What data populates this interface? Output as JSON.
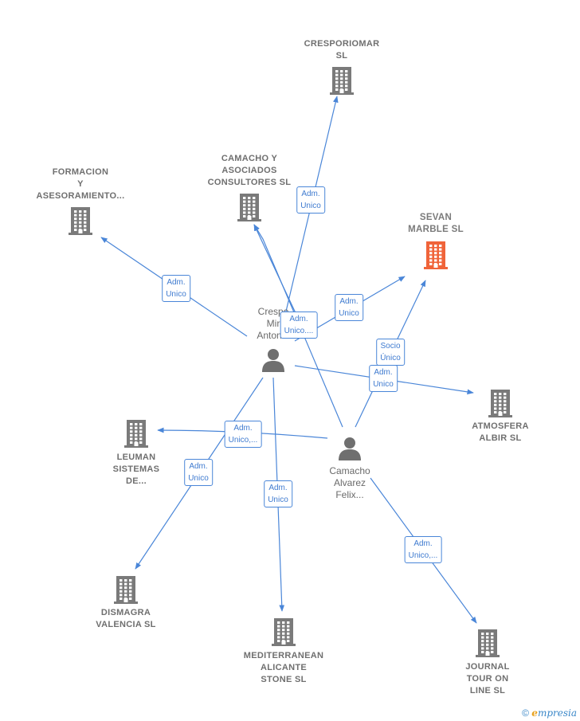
{
  "colors": {
    "edge": "#4a86d8",
    "building": "#7a7a7a",
    "building_main": "#f0643a",
    "person": "#6f6f6f"
  },
  "companies": [
    {
      "id": "cresporiomar",
      "lines": [
        "CRESPORIOMAR",
        "SL"
      ],
      "icon": "building-icon",
      "main": false
    },
    {
      "id": "camacho-asociados",
      "lines": [
        "CAMACHO Y",
        "ASOCIADOS",
        "CONSULTORES SL"
      ],
      "icon": "building-icon",
      "main": false
    },
    {
      "id": "formacion",
      "lines": [
        "FORMACION",
        "Y",
        "ASESORAMIENTO..."
      ],
      "icon": "building-icon",
      "main": false
    },
    {
      "id": "sevan-marble",
      "lines": [
        "SEVAN",
        "MARBLE  SL"
      ],
      "icon": "building-icon",
      "main": true
    },
    {
      "id": "atmosfera",
      "lines": [
        "ATMOSFERA",
        "ALBIR SL"
      ],
      "icon": "building-icon",
      "main": false
    },
    {
      "id": "leuman",
      "lines": [
        "LEUMAN",
        "SISTEMAS",
        "DE..."
      ],
      "icon": "building-icon",
      "main": false
    },
    {
      "id": "dismagra",
      "lines": [
        "DISMAGRA",
        "VALENCIA  SL"
      ],
      "icon": "building-icon",
      "main": false
    },
    {
      "id": "mediterranean",
      "lines": [
        "MEDITERRANEAN",
        "ALICANTE",
        "STONE SL"
      ],
      "icon": "building-icon",
      "main": false
    },
    {
      "id": "journal",
      "lines": [
        "JOURNAL",
        "TOUR ON",
        "LINE  SL"
      ],
      "icon": "building-icon",
      "main": false
    }
  ],
  "persons": [
    {
      "id": "crespo",
      "lines": [
        "Crespo",
        "Mir",
        "Anton..."
      ],
      "icon": "person-icon"
    },
    {
      "id": "camacho",
      "lines": [
        "Camacho",
        "Alvarez",
        "Felix..."
      ],
      "icon": "person-icon"
    }
  ],
  "edge_labels": [
    {
      "id": "l-cresporiomar",
      "lines": [
        "Adm.",
        "Unico"
      ]
    },
    {
      "id": "l-formacion",
      "lines": [
        "Adm.",
        "Unico"
      ]
    },
    {
      "id": "l-camacho-asoc",
      "lines": [
        "Adm.",
        "Unico...."
      ]
    },
    {
      "id": "l-sevan-crespo",
      "lines": [
        "Adm.",
        "Unico"
      ]
    },
    {
      "id": "l-sevan-camacho",
      "lines": [
        "Socio",
        "Único"
      ]
    },
    {
      "id": "l-atmosfera",
      "lines": [
        "Adm.",
        "Unico"
      ]
    },
    {
      "id": "l-leuman",
      "lines": [
        "Adm.",
        "Unico,..."
      ]
    },
    {
      "id": "l-dismagra",
      "lines": [
        "Adm.",
        "Unico"
      ]
    },
    {
      "id": "l-mediterranean",
      "lines": [
        "Adm.",
        "Unico"
      ]
    },
    {
      "id": "l-journal",
      "lines": [
        "Adm.",
        "Unico,..."
      ]
    }
  ],
  "footer": {
    "copyright": "©",
    "brand_initial": "e",
    "brand_rest": "mpresia"
  }
}
